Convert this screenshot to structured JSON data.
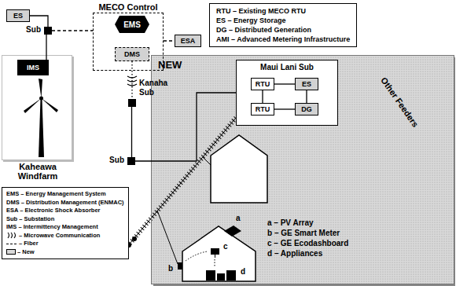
{
  "diagram": {
    "nodes": [
      {
        "text": [
          "ES"
        ]
      },
      {
        "text": [
          "Sub"
        ]
      },
      {
        "text": [
          "MECO Control"
        ]
      },
      {
        "text": [
          "EMS"
        ],
        "in": 2
      },
      {
        "text": [
          "DMS"
        ],
        "in": 2
      },
      {
        "text": [
          "ESA"
        ]
      },
      {
        "text": [
          "Kaheawa Windfarm"
        ]
      },
      {
        "text": [
          "IMS"
        ],
        "in": 6
      },
      {
        "text": [
          "Kanaha Sub"
        ]
      },
      {
        "text": [
          "Sub"
        ]
      },
      {
        "text": [
          "NEW"
        ]
      },
      {
        "text": [
          "Maui Lani Sub"
        ],
        "in": 10
      },
      {
        "text": [
          "RTU"
        ],
        "in": 11
      },
      {
        "text": [
          "RTU"
        ],
        "in": 11
      },
      {
        "text": [
          "ES"
        ],
        "in": 11
      },
      {
        "text": [
          "DG"
        ],
        "in": 11
      }
    ],
    "edges": [
      {
        "from": 0,
        "to": 1,
        "arrow": "none"
      },
      {
        "from": 1,
        "to": 2,
        "arrow": "none"
      },
      {
        "from": 1,
        "to": 7,
        "arrow": "none"
      },
      {
        "from": 2,
        "to": 5,
        "arrow": "none"
      },
      {
        "from": 4,
        "to": 8,
        "arrow": "none"
      },
      {
        "from": 8,
        "to": 9,
        "arrow": "none"
      },
      {
        "from": 9,
        "to": 11,
        "arrow": "none"
      },
      {
        "from": 12,
        "to": 13,
        "arrow": "none"
      },
      {
        "from": 12,
        "to": 14,
        "arrow": "none"
      },
      {
        "from": 13,
        "to": 15,
        "arrow": "none"
      },
      {
        "from": 14,
        "to": 15,
        "arrow": "none"
      }
    ],
    "labels": [
      "a",
      "b",
      "c",
      "d",
      "a – PV Array",
      "b – GE Smart Meter",
      "c – GE Ecodashboard",
      "d – Appliances",
      "Other Feeders"
    ],
    "legend": [
      {
        "text": "RTU – Existing MECO RTU"
      },
      {
        "text": "ES – Energy Storage"
      },
      {
        "text": "DG – Distributed Generation"
      },
      {
        "text": "AMI – Advanced Metering Infrastructure"
      },
      {
        "text": "EMS – Energy Management System"
      },
      {
        "text": "DMS – Distribution Management (ENMAC)"
      },
      {
        "text": "ESA – Electronic Shock Absorber"
      },
      {
        "text": "Sub – Substation"
      },
      {
        "text": "IMS – Intermittency Management"
      },
      {
        "text": "– Microwave Communication"
      },
      {
        "text": "– Fiber"
      },
      {
        "text": "– New",
        "color": "#d9d9d9"
      }
    ]
  }
}
